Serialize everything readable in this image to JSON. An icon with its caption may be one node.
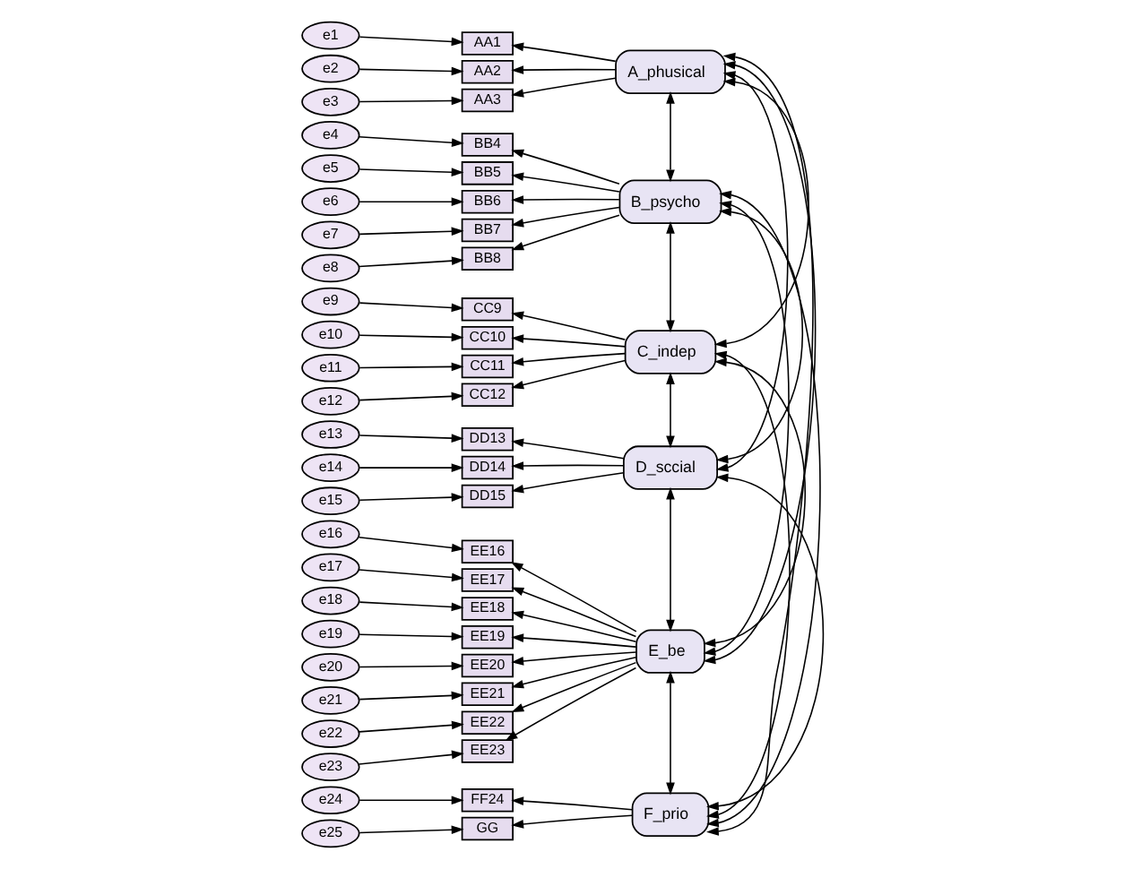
{
  "diagram": {
    "nodes": [
      {
        "text": [
          "e1"
        ]
      },
      {
        "text": [
          "e2"
        ]
      },
      {
        "text": [
          "e3"
        ]
      },
      {
        "text": [
          "e4"
        ]
      },
      {
        "text": [
          "e5"
        ]
      },
      {
        "text": [
          "e6"
        ]
      },
      {
        "text": [
          "e7"
        ]
      },
      {
        "text": [
          "e8"
        ]
      },
      {
        "text": [
          "e9"
        ]
      },
      {
        "text": [
          "e10"
        ]
      },
      {
        "text": [
          "e11"
        ]
      },
      {
        "text": [
          "e12"
        ]
      },
      {
        "text": [
          "e13"
        ]
      },
      {
        "text": [
          "e14"
        ]
      },
      {
        "text": [
          "e15"
        ]
      },
      {
        "text": [
          "e16"
        ]
      },
      {
        "text": [
          "e17"
        ]
      },
      {
        "text": [
          "e18"
        ]
      },
      {
        "text": [
          "e19"
        ]
      },
      {
        "text": [
          "e20"
        ]
      },
      {
        "text": [
          "e21"
        ]
      },
      {
        "text": [
          "e22"
        ]
      },
      {
        "text": [
          "e23"
        ]
      },
      {
        "text": [
          "e24"
        ]
      },
      {
        "text": [
          "e25"
        ]
      },
      {
        "text": [
          "AA1"
        ]
      },
      {
        "text": [
          "AA2"
        ]
      },
      {
        "text": [
          "AA3"
        ]
      },
      {
        "text": [
          "BB4"
        ]
      },
      {
        "text": [
          "BB5"
        ]
      },
      {
        "text": [
          "BB6"
        ]
      },
      {
        "text": [
          "BB7"
        ]
      },
      {
        "text": [
          "BB8"
        ]
      },
      {
        "text": [
          "CC9"
        ]
      },
      {
        "text": [
          "CC10"
        ]
      },
      {
        "text": [
          "CC11"
        ]
      },
      {
        "text": [
          "CC12"
        ]
      },
      {
        "text": [
          "DD13"
        ]
      },
      {
        "text": [
          "DD14"
        ]
      },
      {
        "text": [
          "DD15"
        ]
      },
      {
        "text": [
          "EE16"
        ]
      },
      {
        "text": [
          "EE17"
        ]
      },
      {
        "text": [
          "EE18"
        ]
      },
      {
        "text": [
          "EE19"
        ]
      },
      {
        "text": [
          "EE20"
        ]
      },
      {
        "text": [
          "EE21"
        ]
      },
      {
        "text": [
          "EE22"
        ]
      },
      {
        "text": [
          "EE23"
        ]
      },
      {
        "text": [
          "FF24"
        ]
      },
      {
        "text": [
          "GG"
        ]
      },
      {
        "text": [
          "A_phusical"
        ]
      },
      {
        "text": [
          "B_psycho"
        ]
      },
      {
        "text": [
          "C_indep"
        ]
      },
      {
        "text": [
          "D_sccial"
        ]
      },
      {
        "text": [
          "E_be"
        ]
      },
      {
        "text": [
          "F_prio"
        ]
      }
    ],
    "edges": [
      {
        "from": 0,
        "to": 25,
        "arrow": "to"
      },
      {
        "from": 1,
        "to": 26,
        "arrow": "to"
      },
      {
        "from": 2,
        "to": 27,
        "arrow": "to"
      },
      {
        "from": 3,
        "to": 28,
        "arrow": "to"
      },
      {
        "from": 4,
        "to": 29,
        "arrow": "to"
      },
      {
        "from": 5,
        "to": 30,
        "arrow": "to"
      },
      {
        "from": 6,
        "to": 31,
        "arrow": "to"
      },
      {
        "from": 7,
        "to": 32,
        "arrow": "to"
      },
      {
        "from": 8,
        "to": 33,
        "arrow": "to"
      },
      {
        "from": 9,
        "to": 34,
        "arrow": "to"
      },
      {
        "from": 10,
        "to": 35,
        "arrow": "to"
      },
      {
        "from": 11,
        "to": 36,
        "arrow": "to"
      },
      {
        "from": 12,
        "to": 37,
        "arrow": "to"
      },
      {
        "from": 13,
        "to": 38,
        "arrow": "to"
      },
      {
        "from": 14,
        "to": 39,
        "arrow": "to"
      },
      {
        "from": 15,
        "to": 40,
        "arrow": "to"
      },
      {
        "from": 16,
        "to": 41,
        "arrow": "to"
      },
      {
        "from": 17,
        "to": 42,
        "arrow": "to"
      },
      {
        "from": 18,
        "to": 43,
        "arrow": "to"
      },
      {
        "from": 19,
        "to": 44,
        "arrow": "to"
      },
      {
        "from": 20,
        "to": 45,
        "arrow": "to"
      },
      {
        "from": 21,
        "to": 46,
        "arrow": "to"
      },
      {
        "from": 22,
        "to": 47,
        "arrow": "to"
      },
      {
        "from": 23,
        "to": 48,
        "arrow": "to"
      },
      {
        "from": 24,
        "to": 49,
        "arrow": "to"
      },
      {
        "from": 50,
        "to": 25,
        "arrow": "to"
      },
      {
        "from": 50,
        "to": 26,
        "arrow": "to"
      },
      {
        "from": 50,
        "to": 27,
        "arrow": "to"
      },
      {
        "from": 51,
        "to": 28,
        "arrow": "to"
      },
      {
        "from": 51,
        "to": 29,
        "arrow": "to"
      },
      {
        "from": 51,
        "to": 30,
        "arrow": "to"
      },
      {
        "from": 51,
        "to": 31,
        "arrow": "to"
      },
      {
        "from": 51,
        "to": 32,
        "arrow": "to"
      },
      {
        "from": 52,
        "to": 33,
        "arrow": "to"
      },
      {
        "from": 52,
        "to": 34,
        "arrow": "to"
      },
      {
        "from": 52,
        "to": 35,
        "arrow": "to"
      },
      {
        "from": 52,
        "to": 36,
        "arrow": "to"
      },
      {
        "from": 53,
        "to": 37,
        "arrow": "to"
      },
      {
        "from": 53,
        "to": 38,
        "arrow": "to"
      },
      {
        "from": 53,
        "to": 39,
        "arrow": "to"
      },
      {
        "from": 54,
        "to": 40,
        "arrow": "to"
      },
      {
        "from": 54,
        "to": 41,
        "arrow": "to"
      },
      {
        "from": 54,
        "to": 42,
        "arrow": "to"
      },
      {
        "from": 54,
        "to": 43,
        "arrow": "to"
      },
      {
        "from": 54,
        "to": 44,
        "arrow": "to"
      },
      {
        "from": 54,
        "to": 45,
        "arrow": "to"
      },
      {
        "from": 54,
        "to": 46,
        "arrow": "to"
      },
      {
        "from": 54,
        "to": 47,
        "arrow": "to"
      },
      {
        "from": 55,
        "to": 48,
        "arrow": "to"
      },
      {
        "from": 55,
        "to": 49,
        "arrow": "to"
      },
      {
        "from": 50,
        "to": 51,
        "arrow": "both"
      },
      {
        "from": 50,
        "to": 52,
        "arrow": "both"
      },
      {
        "from": 50,
        "to": 53,
        "arrow": "both"
      },
      {
        "from": 50,
        "to": 54,
        "arrow": "both"
      },
      {
        "from": 50,
        "to": 55,
        "arrow": "both"
      },
      {
        "from": 51,
        "to": 52,
        "arrow": "both"
      },
      {
        "from": 51,
        "to": 53,
        "arrow": "both"
      },
      {
        "from": 51,
        "to": 54,
        "arrow": "both"
      },
      {
        "from": 51,
        "to": 55,
        "arrow": "both"
      },
      {
        "from": 52,
        "to": 53,
        "arrow": "both"
      },
      {
        "from": 52,
        "to": 54,
        "arrow": "both"
      },
      {
        "from": 52,
        "to": 55,
        "arrow": "both"
      },
      {
        "from": 53,
        "to": 54,
        "arrow": "both"
      },
      {
        "from": 53,
        "to": 55,
        "arrow": "both"
      },
      {
        "from": 54,
        "to": 55,
        "arrow": "both"
      }
    ]
  }
}
